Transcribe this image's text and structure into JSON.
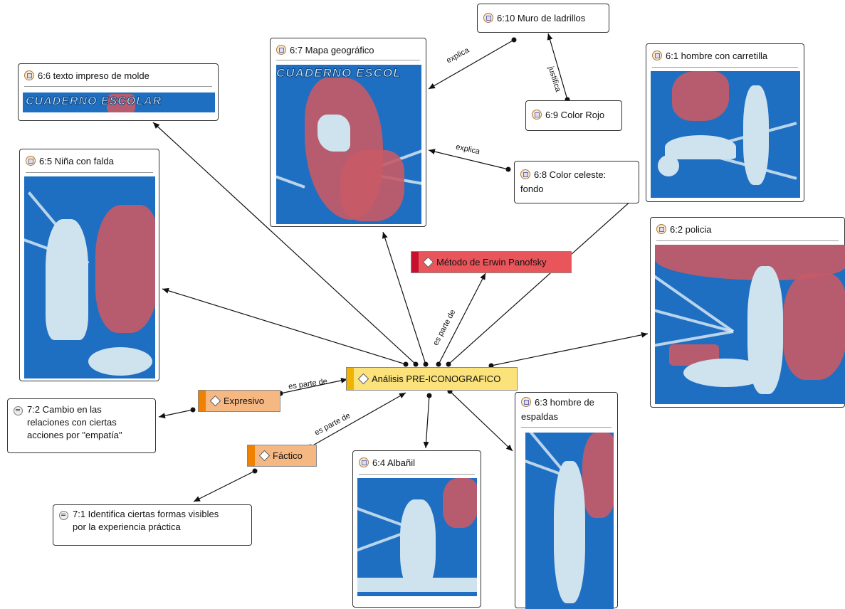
{
  "nodes": {
    "n66": {
      "title": "6:6 texto impreso de molde",
      "image_text": "CUADERNO ESCOLAR"
    },
    "n67": {
      "title": "6:7 Mapa geográfico",
      "image_text": "CUADERNO ESCOL"
    },
    "n610": {
      "title": "6:10 Muro de ladrillos"
    },
    "n69": {
      "title": "6:9 Color Rojo"
    },
    "n68": {
      "title": "6:8 Color celeste:\nfondo"
    },
    "n61": {
      "title": "6:1 hombre con carretilla"
    },
    "n65": {
      "title": "6:5 Niña con falda"
    },
    "n62": {
      "title": "6:2 policia"
    },
    "n63": {
      "title": "6:3 hombre de\nespaldas"
    },
    "n64": {
      "title": "6:4 Albañil"
    },
    "m72": {
      "title": "7:2 Cambio en las\nrelaciones con ciertas\nacciones por \"empatía\""
    },
    "m71": {
      "title": "7:1 Identifica ciertas formas visibles\npor la experiencia práctica"
    }
  },
  "codes": {
    "panofsky": {
      "label": "Método de Erwin Panofsky",
      "color": "#e8555a",
      "bar": "#c8102e"
    },
    "analisis": {
      "label": "Análisis PRE-ICONOGRAFICO",
      "color": "#fbe27a",
      "bar": "#f0b400"
    },
    "expresivo": {
      "label": "Expresivo",
      "color": "#f6b883",
      "bar": "#f08000"
    },
    "factico": {
      "label": "Fáctico",
      "color": "#f6b883",
      "bar": "#f08000"
    }
  },
  "edge_labels": {
    "explica1": "explica",
    "justifica": "justifica",
    "explica2": "explica",
    "es_parte_de_panofsky": "es parte de",
    "es_parte_de_expresivo": "es parte de",
    "es_parte_de_factico": "es parte de"
  },
  "colors": {
    "image_blue": "#1e6fc2",
    "image_red": "#c85a65",
    "image_light": "#cfe3ef"
  }
}
